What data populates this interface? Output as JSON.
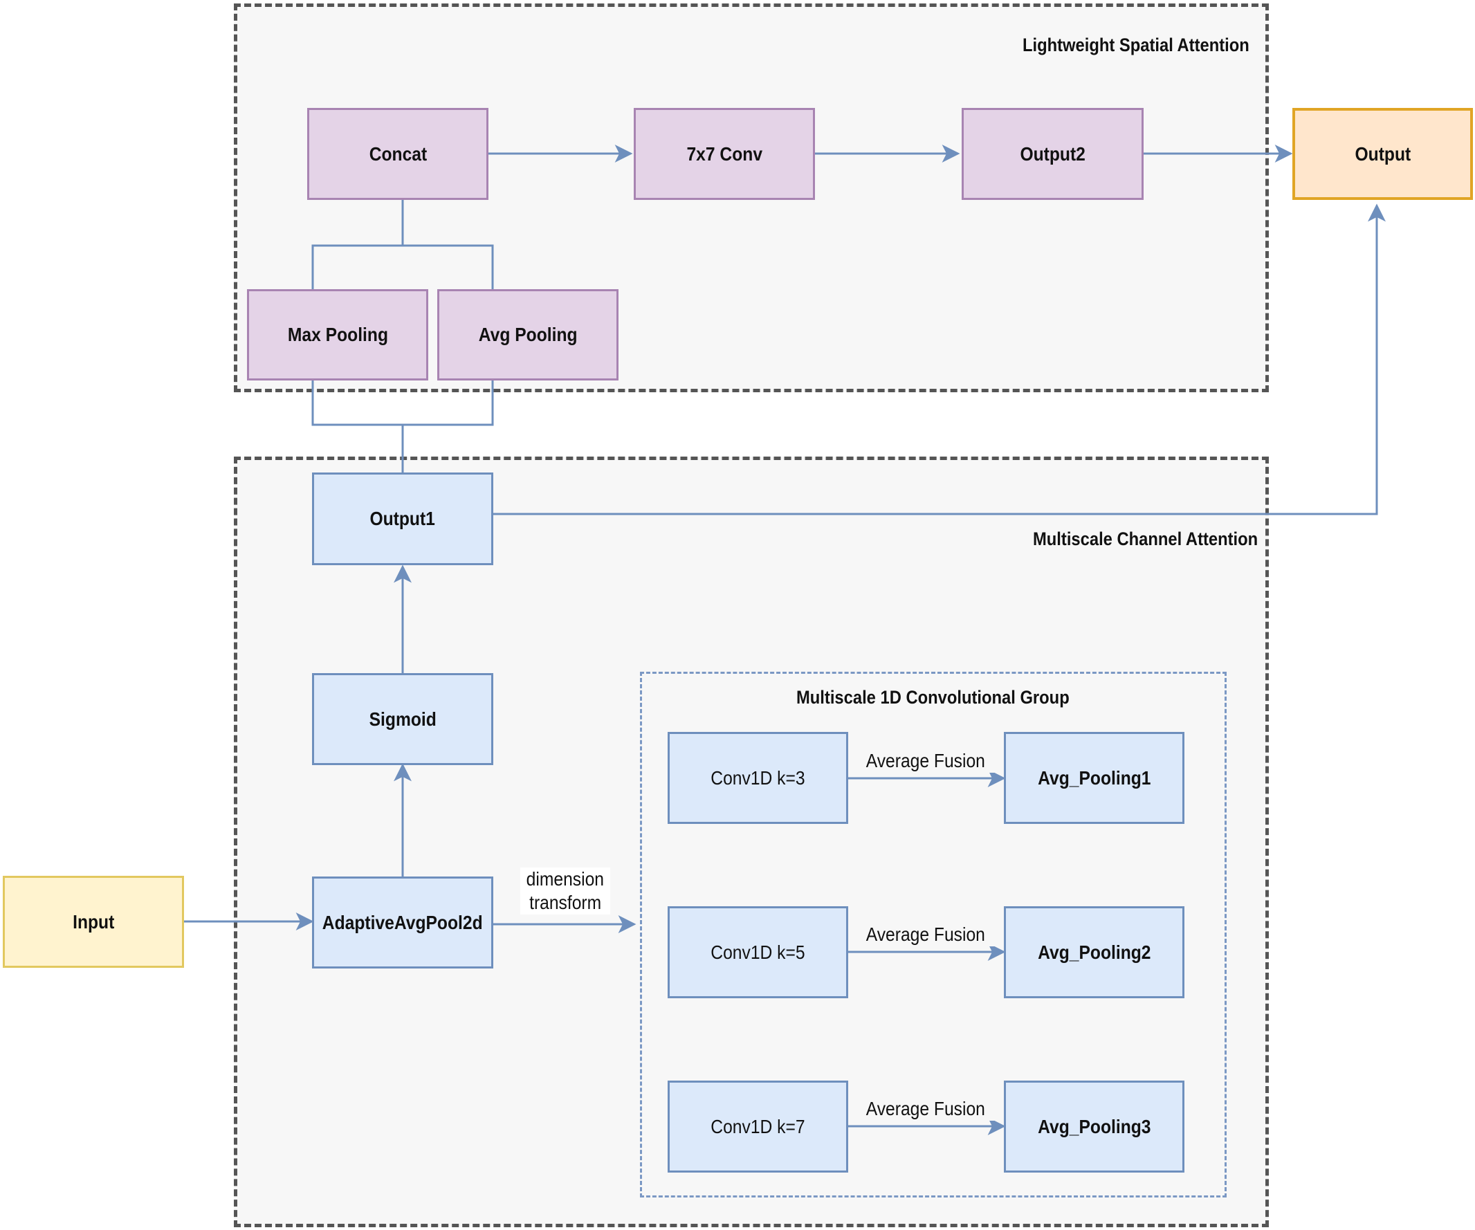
{
  "groups": {
    "spatial": "Lightweight Spatial Attention",
    "channel": "Multiscale Channel Attention",
    "conv_group": "Multiscale 1D Convolutional Group"
  },
  "nodes": {
    "concat": "Concat",
    "conv7": "7x7 Conv",
    "output2": "Output2",
    "output": "Output",
    "max_pooling": "Max Pooling",
    "avg_pooling": "Avg Pooling",
    "output1": "Output1",
    "sigmoid": "Sigmoid",
    "input": "Input",
    "adaptive": "AdaptiveAvgPool2d",
    "conv1d_k3": "Conv1D k=3",
    "conv1d_k5": "Conv1D k=5",
    "conv1d_k7": "Conv1D k=7",
    "avg_pooling1": "Avg_Pooling1",
    "avg_pooling2": "Avg_Pooling2",
    "avg_pooling3": "Avg_Pooling3"
  },
  "edge_labels": {
    "dimension": "dimension",
    "transform": "transform",
    "fusion": "Average Fusion"
  },
  "colors": {
    "purple_fill": "#e4d3e7",
    "blue_fill": "#dce9fa",
    "input_fill": "#fff3cf",
    "output_fill": "#ffe6cc",
    "edge": "#6e8fbd"
  }
}
